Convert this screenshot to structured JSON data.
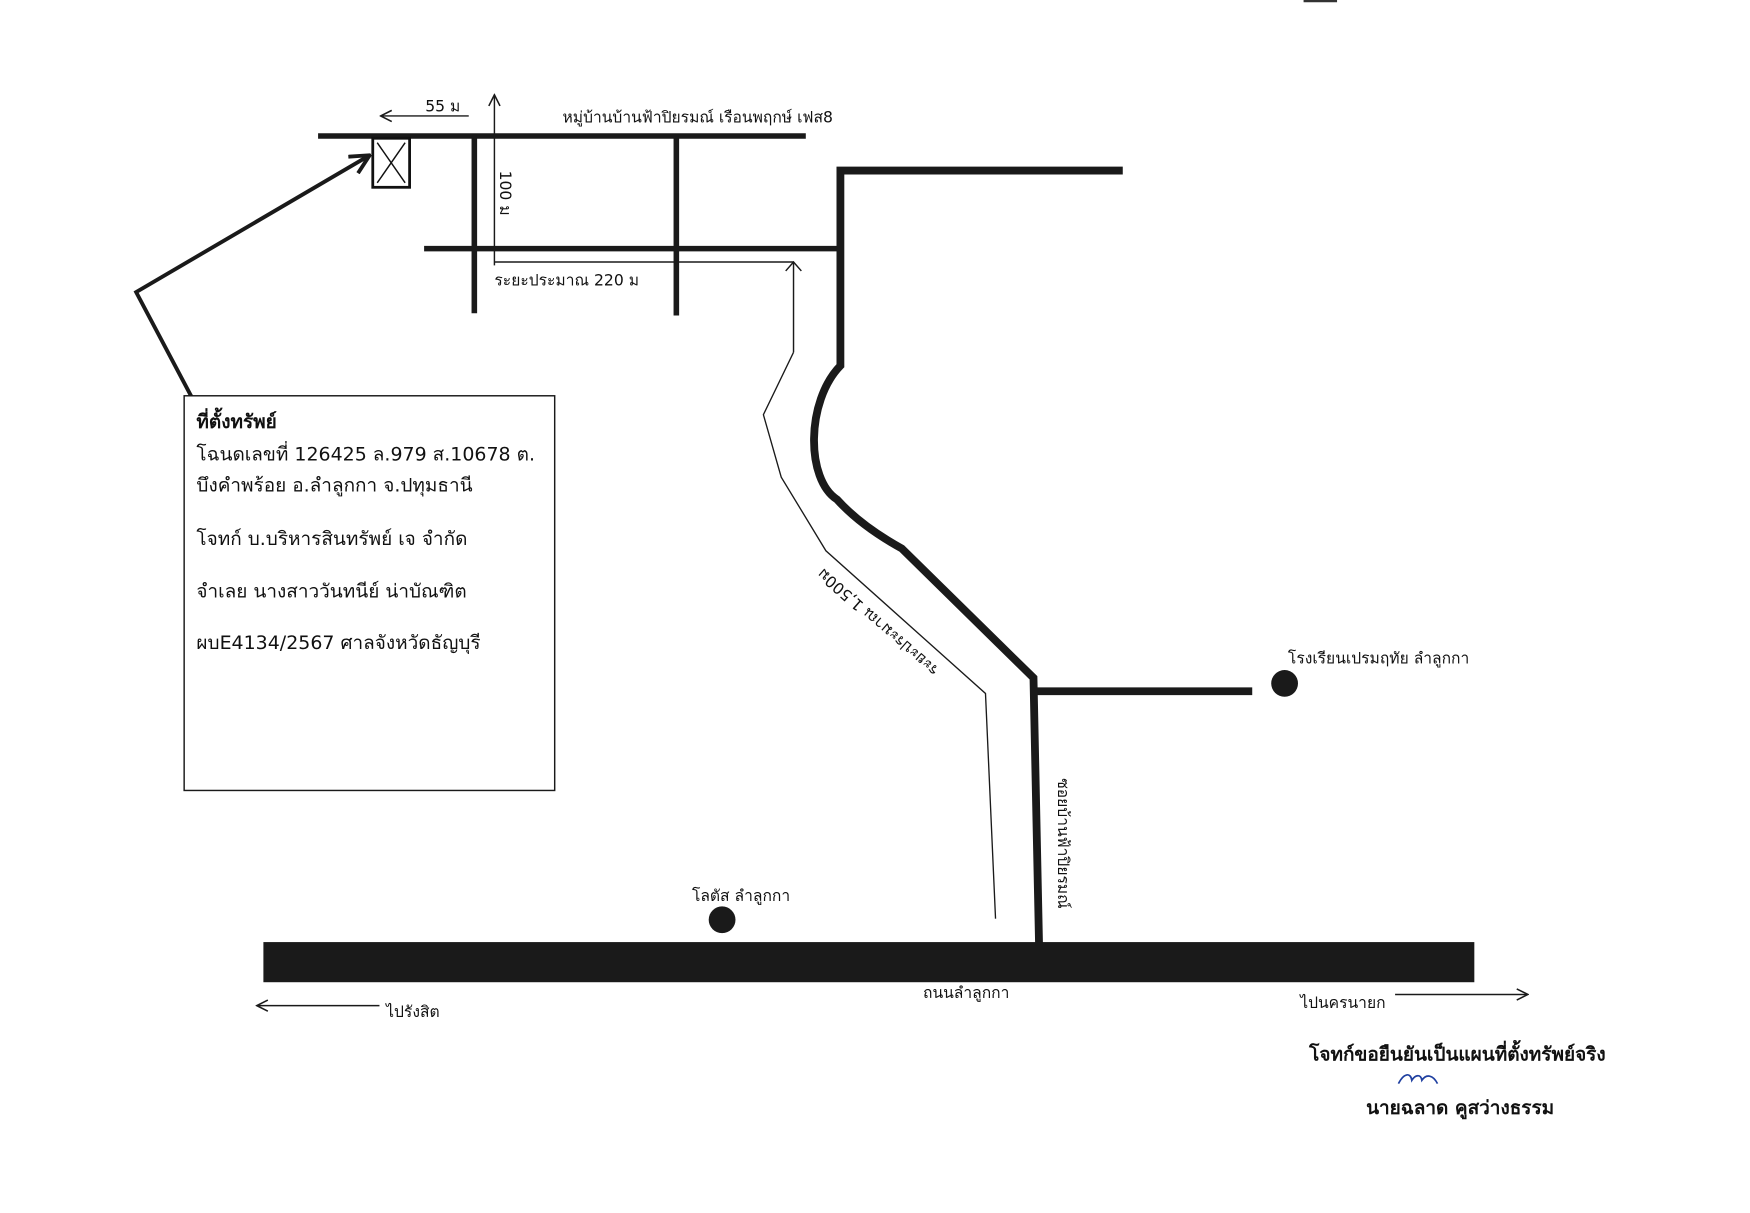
{
  "map": {
    "labels": {
      "village": "หมู่บ้านบ้านฟ้าปิยรมณ์ เรือนพฤกษ์ เฟส8",
      "dist_55": "55 ม",
      "dist_100": "100 ม",
      "dist_220": "ระยะประมาณ 220 ม",
      "dist_1500": "ระยะประมาณ 1,500ม",
      "soi": "ซอยบ้านฟ้าปิยรมณ์",
      "school": "โรงเรียนเปรมฤทัย ลำลูกกา",
      "lotus": "โลตัส ลำลูกกา",
      "main_road": "ถนนลำลูกกา",
      "to_rangsit": "ไปรังสิต",
      "to_nakhon_nayok": "ไปนครนายก"
    },
    "property_box": {
      "title": "ที่ตั้งทรัพย์",
      "lines": [
        "โฉนดเลขที่ 126425 ล.979 ส.10678 ต.",
        "บึงคำพร้อย อ.ลำลูกกา  จ.ปทุมธานี",
        "",
        "โจทก์ บ.บริหารสินทรัพย์ เจ จำกัด",
        "",
        "จำเลย นางสาววันทนีย์ น่าบัณฑิต",
        "",
        "ผบE4134/2567  ศาลจังหวัดธัญบุรี"
      ]
    },
    "statement": "โจทก์ขอยืนยันเป็นแผนที่ตั้งทรัพย์จริง",
    "signer": "นายฉลาด คูสว่างธรรม",
    "colors": {
      "road": "#111111",
      "ink": "#1a1a1a",
      "signature": "#1f3fa0"
    }
  }
}
